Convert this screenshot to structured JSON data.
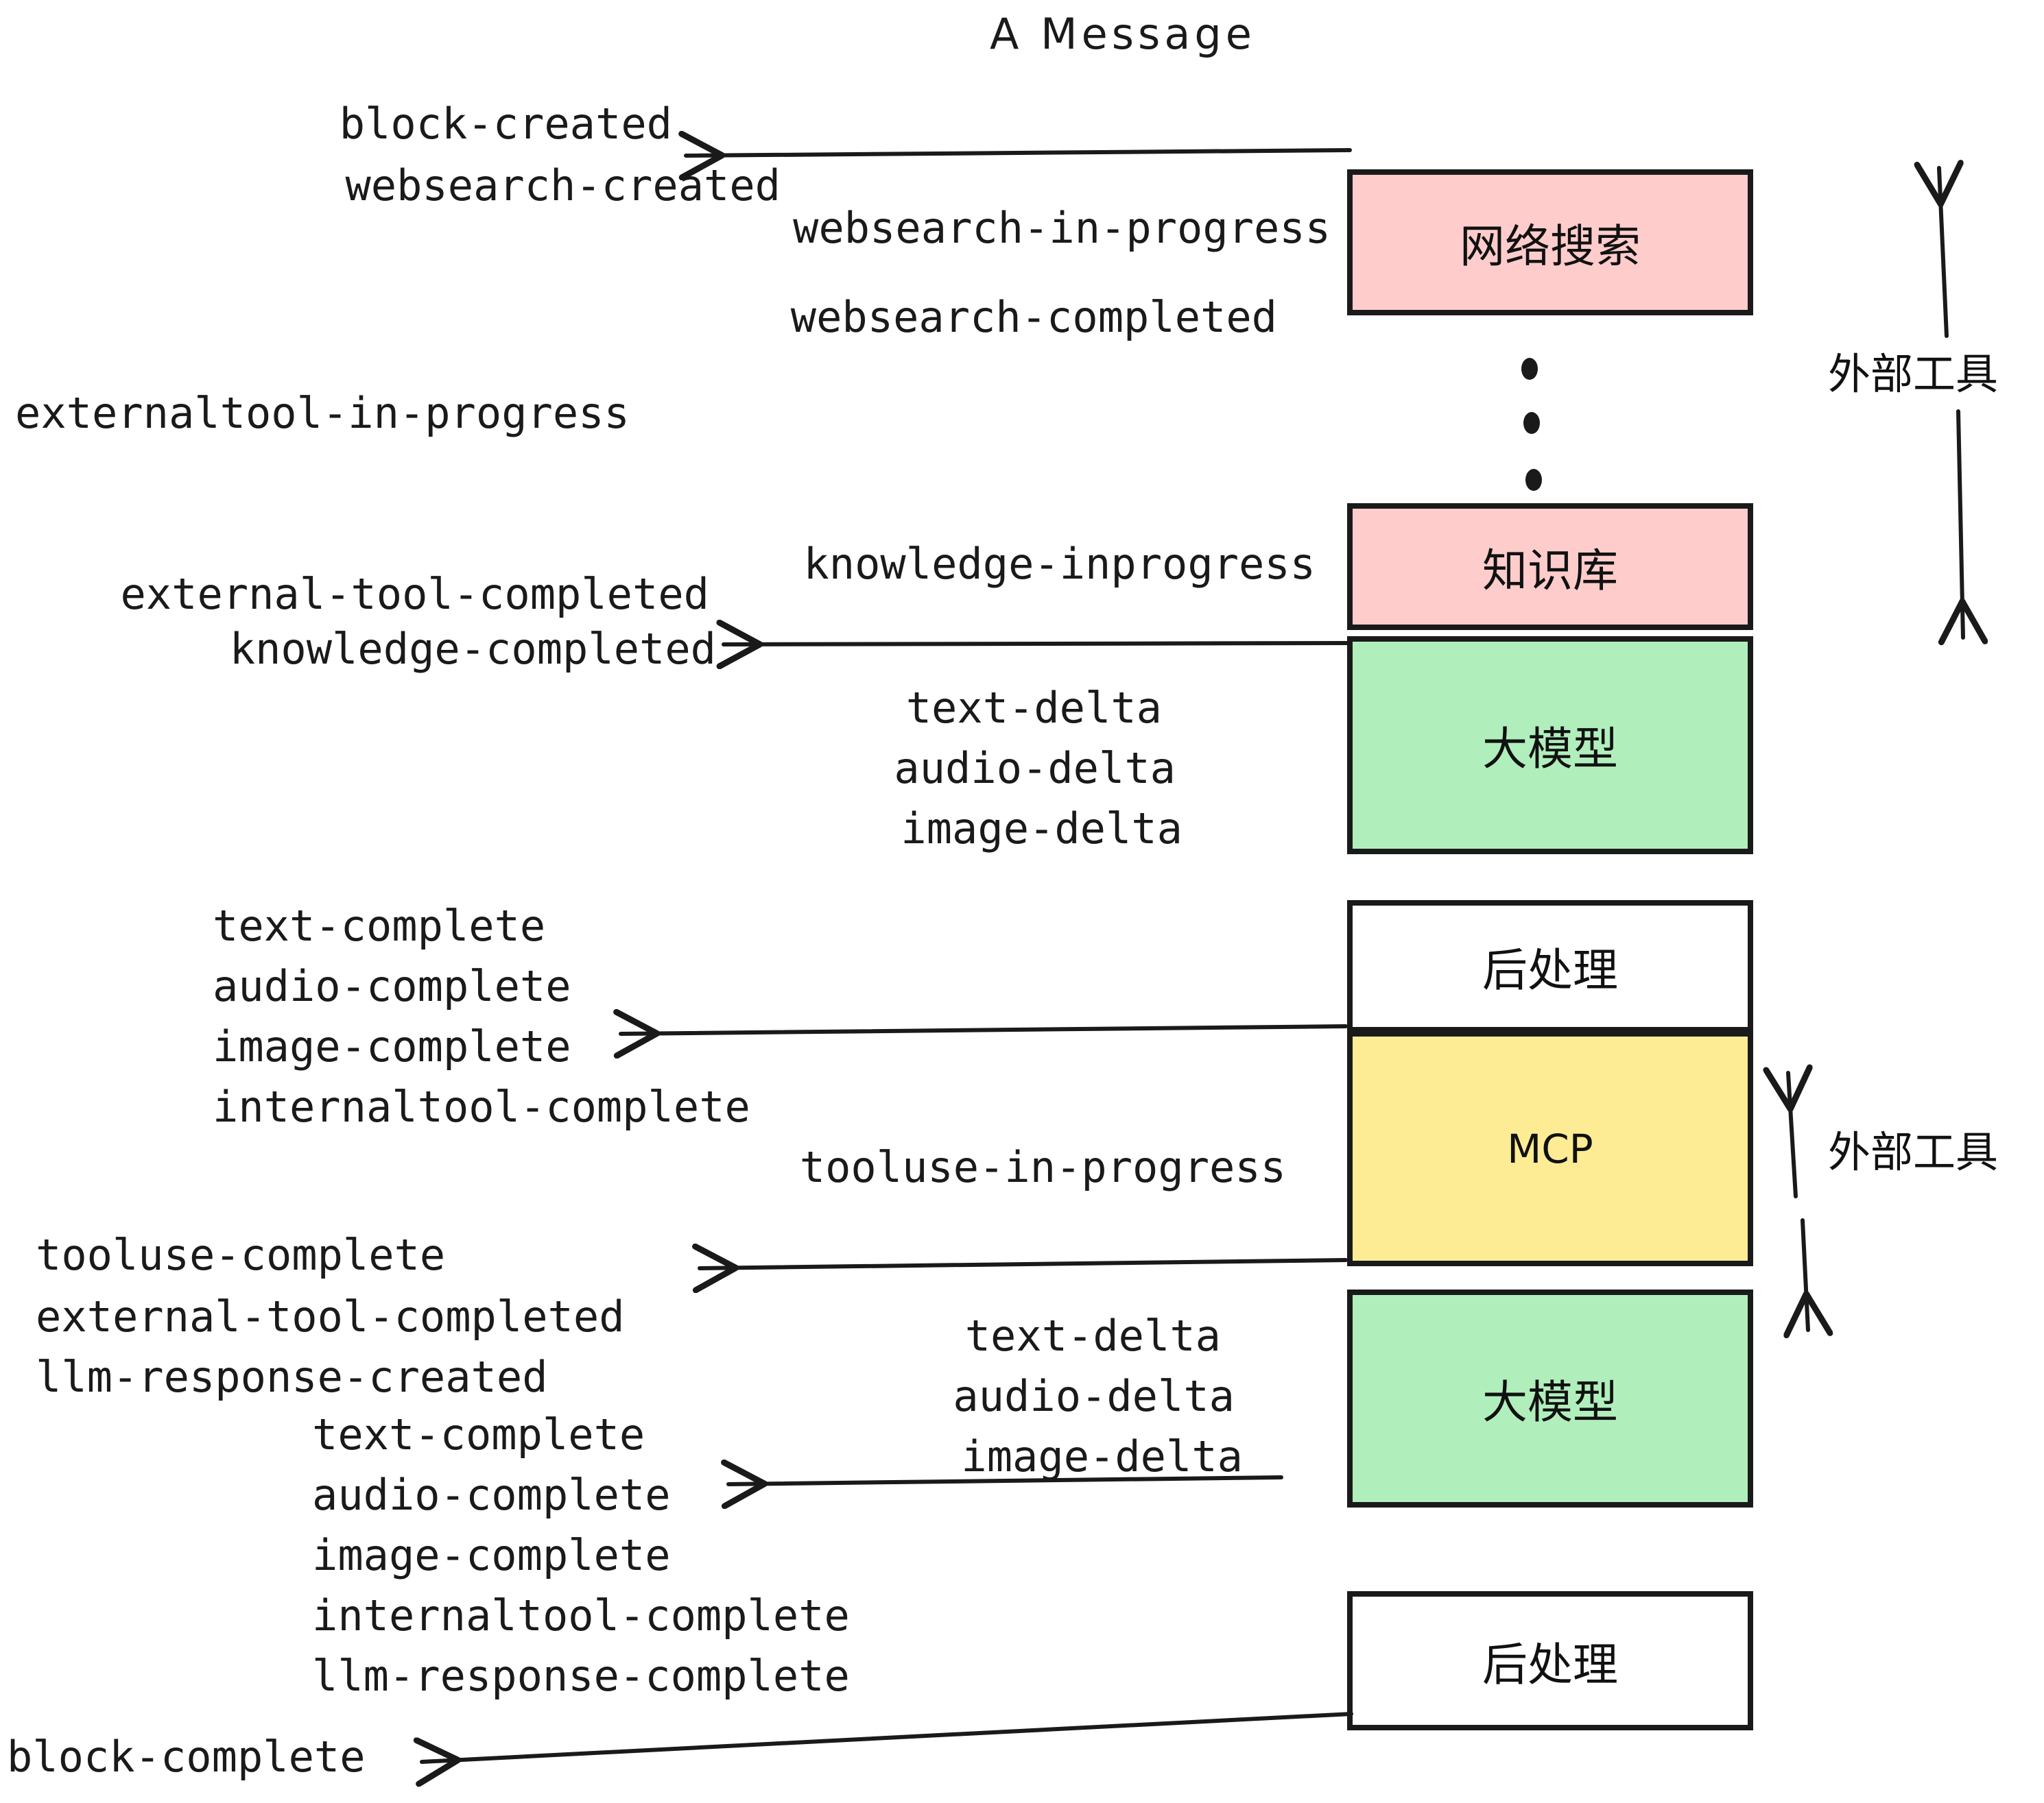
{
  "diagram": {
    "title": "A Message",
    "type": "sequence-flow",
    "colors": {
      "web_search_box": "#FFCCCC",
      "knowledge_box": "#FFCCCC",
      "llm_box": "#B0EFBC",
      "mcp_box": "#FDEC94",
      "postprocess_box": "#FFFFFF",
      "stroke": "#1a1a1a",
      "text": "#1a1a1a",
      "background": "#FFFFFF"
    },
    "boxes": [
      {
        "id": "websearch",
        "label": "网络搜索",
        "fill": "#FFCCCC"
      },
      {
        "id": "knowledge",
        "label": "知识库",
        "fill": "#FFCCCC"
      },
      {
        "id": "llm-1",
        "label": "大模型",
        "fill": "#B0EFBC"
      },
      {
        "id": "postprocess-1",
        "label": "后处理",
        "fill": "#FFFFFF"
      },
      {
        "id": "mcp",
        "label": "MCP",
        "fill": "#FDEC94"
      },
      {
        "id": "llm-2",
        "label": "大模型",
        "fill": "#B0EFBC"
      },
      {
        "id": "postprocess-2",
        "label": "后处理",
        "fill": "#FFFFFF"
      }
    ],
    "brace_labels": [
      {
        "id": "external-tools-top",
        "label": "外部工具"
      },
      {
        "id": "external-tools-bottom",
        "label": "外部工具"
      }
    ],
    "vertical_ellipsis": "•••",
    "events": {
      "group_websearch_created": [
        "block-created",
        "websearch-created"
      ],
      "group_websearch_progress": [
        "websearch-in-progress",
        "websearch-completed"
      ],
      "group_externaltool": [
        "externaltool-in-progress"
      ],
      "group_knowledge_inprogress": [
        "knowledge-inprogress"
      ],
      "group_knowledge_completed": [
        "external-tool-completed",
        "knowledge-completed"
      ],
      "group_llm_deltas_1": [
        "text-delta",
        "audio-delta",
        "image-delta"
      ],
      "group_postprocess_1": [
        "text-complete",
        "audio-complete",
        "image-complete",
        "internaltool-complete"
      ],
      "group_tooluse_inprogress": [
        "tooluse-in-progress"
      ],
      "group_tooluse_complete": [
        "tooluse-complete",
        "external-tool-completed",
        "llm-response-created"
      ],
      "group_llm_deltas_2": [
        "text-delta",
        "audio-delta",
        "image-delta"
      ],
      "group_postprocess_2": [
        "text-complete",
        "audio-complete",
        "image-complete",
        "internaltool-complete",
        "llm-response-complete"
      ],
      "group_block_complete": [
        "block-complete"
      ]
    }
  }
}
